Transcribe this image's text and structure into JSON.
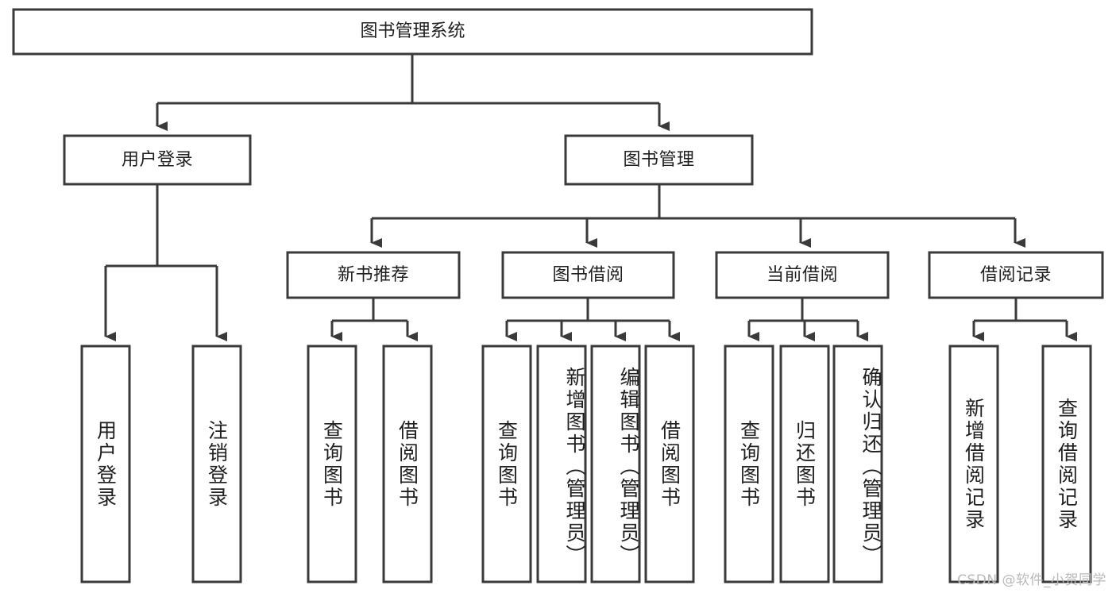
{
  "diagram": {
    "type": "tree-hierarchy-chart",
    "title": "图书管理系统",
    "watermark": "CSDN @软件_小贺同学",
    "colors": {
      "stroke": "#3a3a3a",
      "fill": "#ffffff",
      "text": "#1f1f1f",
      "watermark": "#b9b9b9"
    },
    "root": {
      "label": "图书管理系统"
    },
    "level2": [
      {
        "label": "用户登录"
      },
      {
        "label": "图书管理"
      }
    ],
    "level3": [
      {
        "label": "新书推荐"
      },
      {
        "label": "图书借阅"
      },
      {
        "label": "当前借阅"
      },
      {
        "label": "借阅记录"
      }
    ],
    "leaves": {
      "user_login": [
        {
          "label": "用户登录"
        },
        {
          "label": "注销登录"
        }
      ],
      "new_book_recommend": [
        {
          "label": "查询图书"
        },
        {
          "label": "借阅图书"
        }
      ],
      "book_borrow": [
        {
          "label": "查询图书"
        },
        {
          "label": "新增图书（管理员）"
        },
        {
          "label": "编辑图书（管理员）"
        },
        {
          "label": "借阅图书"
        }
      ],
      "current_borrow": [
        {
          "label": "查询图书"
        },
        {
          "label": "归还图书"
        },
        {
          "label": "确认归还（管理员）"
        }
      ],
      "borrow_record": [
        {
          "label": "新增借阅记录"
        },
        {
          "label": "查询借阅记录"
        }
      ]
    }
  }
}
